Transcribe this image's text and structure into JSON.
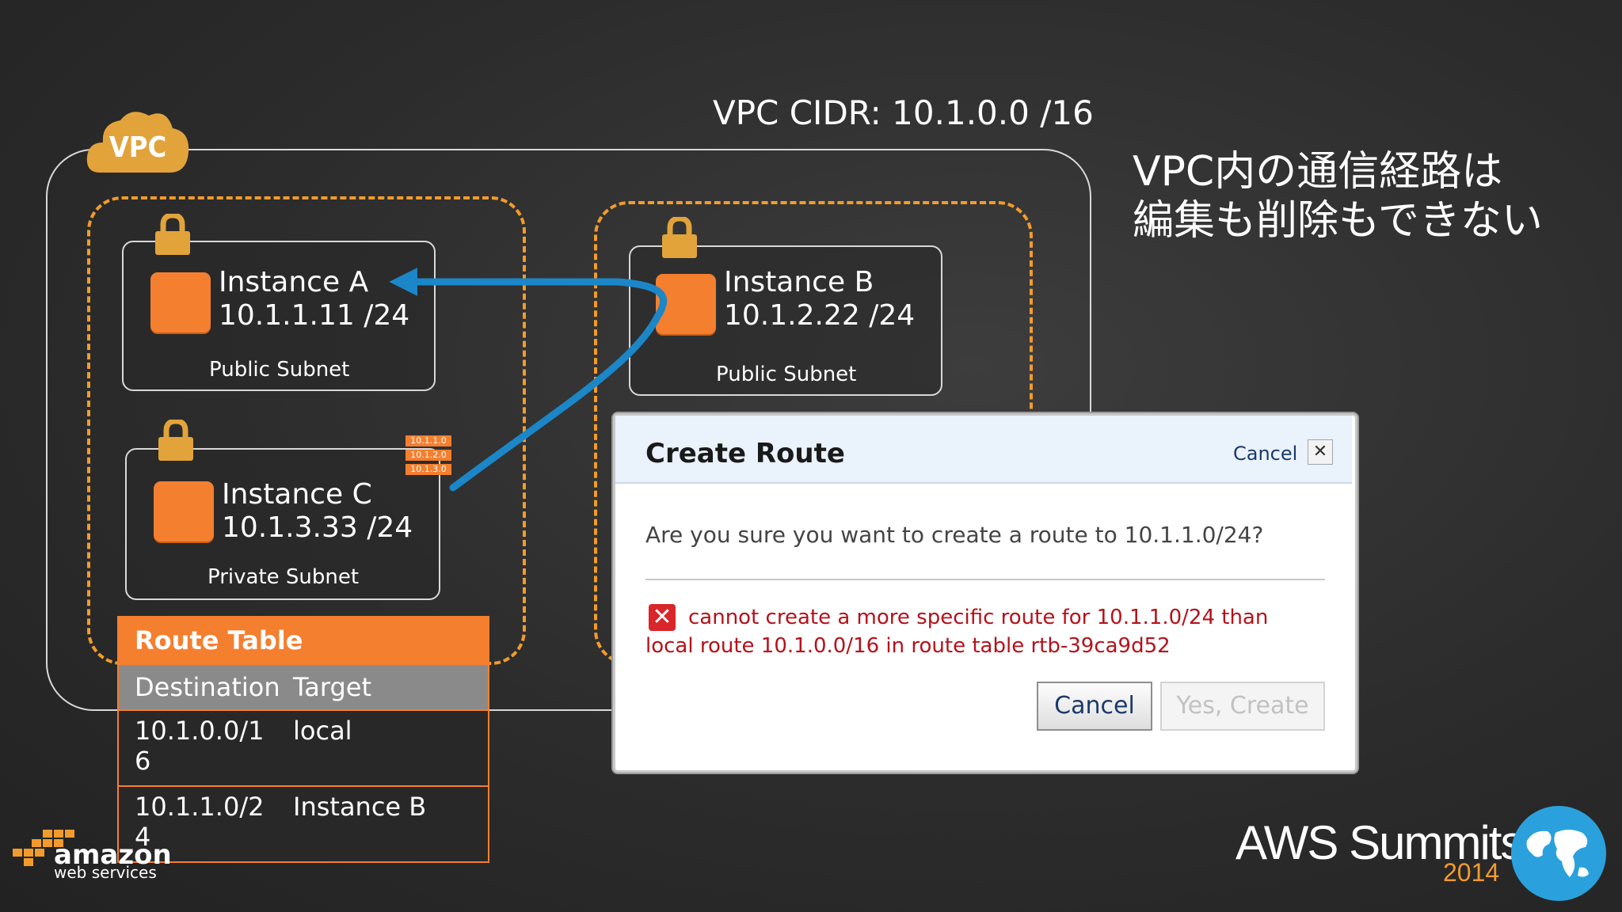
{
  "vpc": {
    "badge": "VPC",
    "cidr_label": "VPC CIDR: 10.1.0.0 /16"
  },
  "note": {
    "line1": "VPC内の通信経路は",
    "line2": "編集も削除もできない"
  },
  "instances": [
    {
      "name": "Instance A",
      "ip": "10.1.1.11 /24",
      "subnet": "Public Subnet"
    },
    {
      "name": "Instance B",
      "ip": "10.1.2.22 /24",
      "subnet": "Public Subnet"
    },
    {
      "name": "Instance C",
      "ip": "10.1.3.33 /24",
      "subnet": "Private Subnet"
    }
  ],
  "route_tags": [
    "10.1.1.0",
    "10.1.2.0",
    "10.1.3.0"
  ],
  "route_table": {
    "title": "Route Table",
    "headers": [
      "Destination",
      "Target"
    ],
    "rows": [
      {
        "dest_1": "10.1.0.0/1",
        "dest_2": "6",
        "target": "local"
      },
      {
        "dest_1": "10.1.1.0/2",
        "dest_2": "4",
        "target": "Instance B"
      }
    ]
  },
  "dialog": {
    "title": "Create Route",
    "cancel_link": "Cancel",
    "close_icon": "✕",
    "question": "Are you sure you want to create a route to 10.1.1.0/24?",
    "error_line1": "cannot create a more specific route for 10.1.1.0/24 than",
    "error_line2": "local route 10.1.0.0/16 in route table rtb-39ca9d52",
    "cancel_button": "Cancel",
    "create_button": "Yes, Create"
  },
  "footer": {
    "aws_logo_text": "amazon",
    "aws_logo_sub": "web services",
    "summit_title": "AWS Summits",
    "summit_year": "2014"
  },
  "colors": {
    "accent_orange": "#f47f2f",
    "arrow_blue": "#1b86c8",
    "error_red": "#b5121b"
  }
}
